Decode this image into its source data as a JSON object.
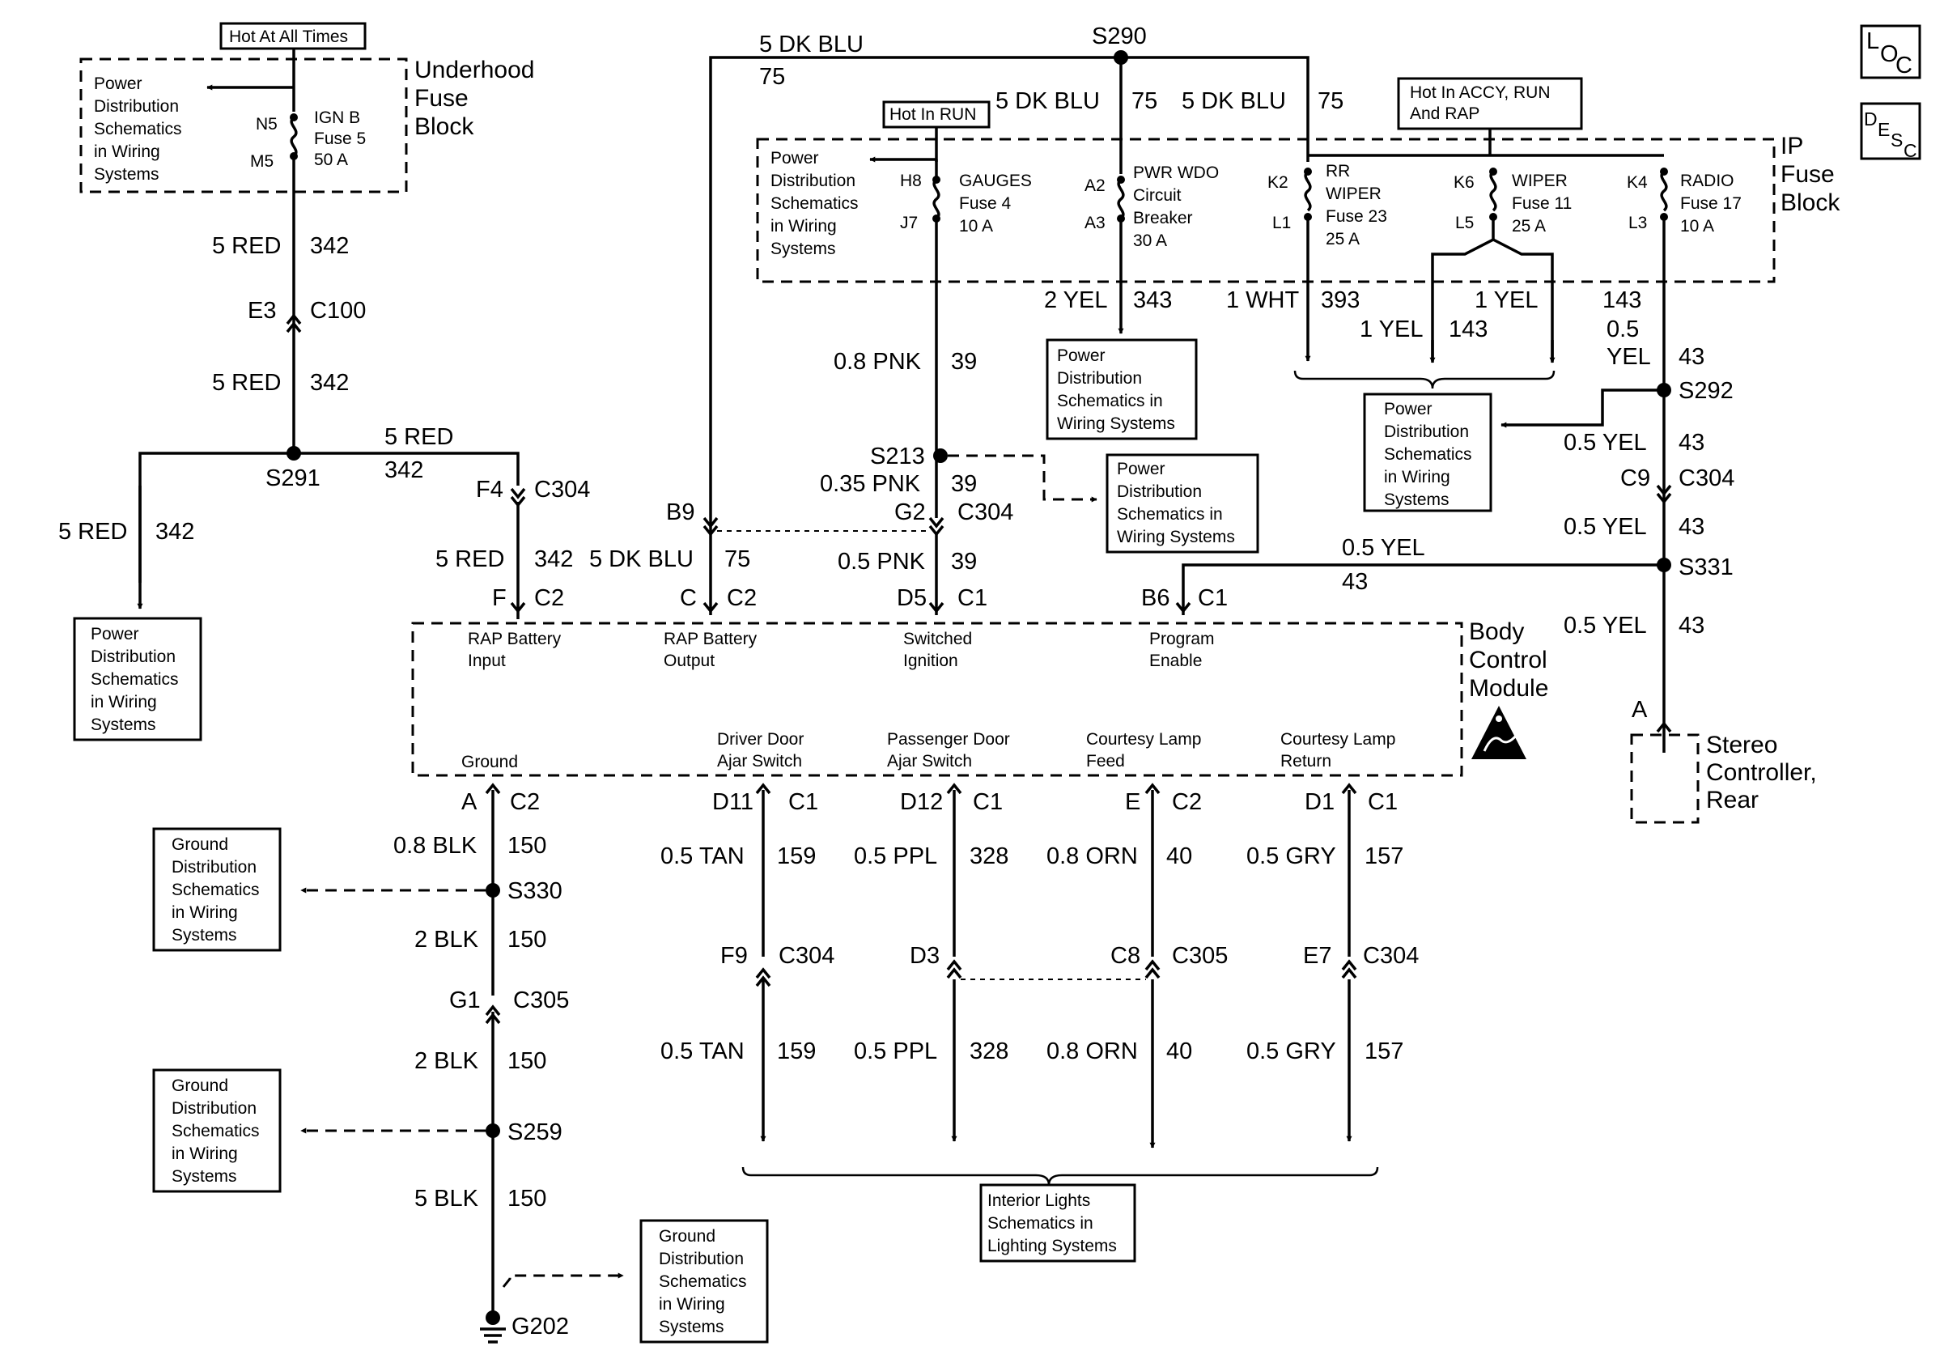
{
  "modules": {
    "underhood": "Underhood|Fuse|Block",
    "ip": "IP|Fuse|Block",
    "bcm": "Body|Control|Module",
    "stereo": "Stereo|Controller,|Rear"
  },
  "hot_labels": {
    "all_times": "Hot At All Times",
    "in_run": "Hot In RUN",
    "accy_run_rap": "Hot In ACCY, RUN|And RAP"
  },
  "fuses": {
    "ignb": {
      "top_pin": "N5",
      "bottom_pin": "M5",
      "text": "IGN B|Fuse 5|50 A"
    },
    "gauges": {
      "top_pin": "H8",
      "bottom_pin": "J7",
      "text": "GAUGES|Fuse 4|10 A"
    },
    "pwrwdo": {
      "top_pin": "A2",
      "bottom_pin": "A3",
      "text": "PWR WDO|Circuit|Breaker|30 A"
    },
    "rrwiper": {
      "top_pin": "K2",
      "bottom_pin": "L1",
      "text": "RR|WIPER|Fuse 23|25 A"
    },
    "wiper": {
      "top_pin": "K6",
      "bottom_pin": "L5",
      "text": "WIPER|Fuse 11|25 A"
    },
    "radio": {
      "top_pin": "K4",
      "bottom_pin": "L3",
      "text": "RADIO|Fuse 17|10 A"
    }
  },
  "ref_boxes": {
    "pd": "Power|Distribution|Schematics|in Wiring|Systems",
    "pd2": "Power|Distribution|Schematics in|Wiring Systems",
    "gd": "Ground|Distribution|Schematics|in Wiring|Systems",
    "il": "Interior Lights|Schematics in|Lighting Systems"
  },
  "bcm_pins": {
    "rap_in": "RAP Battery|Input",
    "rap_out": "RAP Battery|Output",
    "sw_ign": "Switched|Ignition",
    "prog": "Program|Enable",
    "ground": "Ground",
    "driver": "Driver Door|Ajar Switch",
    "passenger": "Passenger Door|Ajar Switch",
    "cl_feed": "Courtesy Lamp|Feed",
    "cl_return": "Courtesy Lamp|Return"
  },
  "wires": {
    "red5": "5 RED",
    "c342": "342",
    "dkblu5": "5 DK BLU",
    "c75": "75",
    "yel2": "2 YEL",
    "c343": "343",
    "wht1": "1 WHT",
    "c393": "393",
    "yel1": "1 YEL",
    "c143": "143",
    "pnk08": "0.8 PNK",
    "pnk035": "0.35 PNK",
    "pnk05": "0.5 PNK",
    "c39": "39",
    "yel05": "0.5 YEL",
    "yelA": "0.5",
    "yelB": "YEL",
    "c43": "43",
    "blk08": "0.8 BLK",
    "blk2": "2 BLK",
    "blk5": "5 BLK",
    "c150": "150",
    "tan05": "0.5 TAN",
    "c159": "159",
    "ppl05": "0.5 PPL",
    "c328": "328",
    "orn08": "0.8 ORN",
    "c40": "40",
    "gry05": "0.5 GRY",
    "c157": "157"
  },
  "splices": {
    "s290": "S290",
    "s291": "S291",
    "s213": "S213",
    "s292": "S292",
    "s331": "S331",
    "s330": "S330",
    "s259": "S259",
    "g202": "G202"
  },
  "connectors": {
    "c100": "C100",
    "c304": "C304",
    "c305": "C305",
    "c2": "C2",
    "c1": "C1",
    "e3": "E3",
    "f4": "F4",
    "f": "F",
    "b9": "B9",
    "c": "C",
    "g2": "G2",
    "d5": "D5",
    "b6": "B6",
    "c9": "C9",
    "a": "A",
    "d11": "D11",
    "d12": "D12",
    "e": "E",
    "d1": "D1",
    "f9": "F9",
    "d3": "D3",
    "c8": "C8",
    "e7": "E7",
    "g1": "G1"
  },
  "icons": {
    "loc": "LOC",
    "desc": "DESC"
  }
}
